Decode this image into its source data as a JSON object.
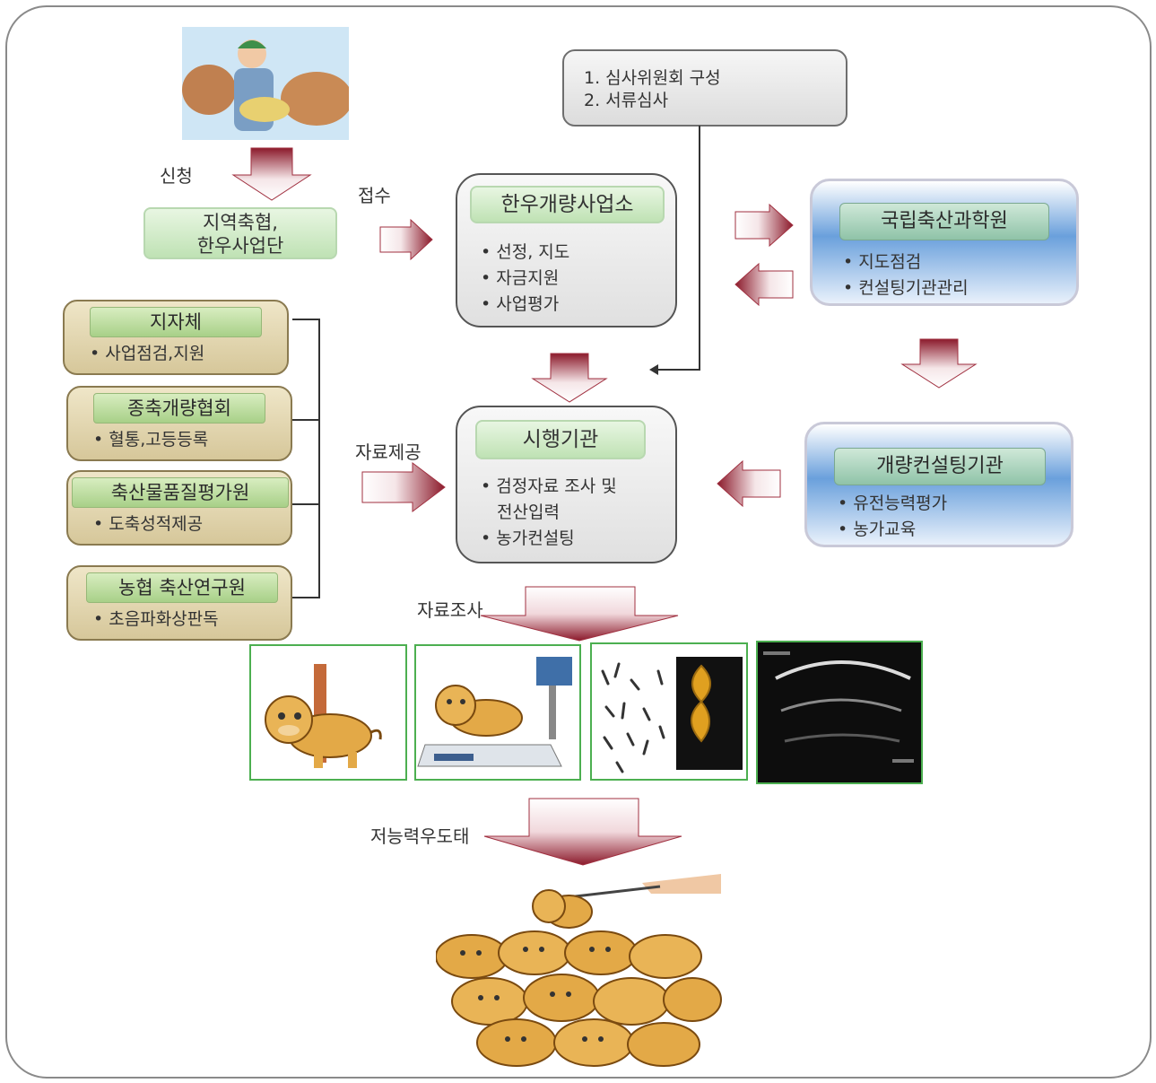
{
  "labels": {
    "apply": "신청",
    "receive": "접수",
    "provide_data": "자료제공",
    "survey": "자료조사",
    "cull": "저능력우도태"
  },
  "review": {
    "line1": "1. 심사위원회 구성",
    "line2": "2. 서류심사"
  },
  "local_coop": {
    "line1": "지역축협,",
    "line2": "한우사업단"
  },
  "improvement_office": {
    "title": "한우개량사업소",
    "items": [
      "선정, 지도",
      "자금지원",
      "사업평가"
    ]
  },
  "national_institute": {
    "title": "국립축산과학원",
    "items": [
      "지도점검",
      "컨설팅기관관리"
    ]
  },
  "implementing_agency": {
    "title": "시행기관",
    "items": [
      "검정자료 조사 및",
      "전산입력",
      "농가컨설팅"
    ]
  },
  "consulting_agency": {
    "title": "개량컨설팅기관",
    "items": [
      "유전능력평가",
      "농가교육"
    ]
  },
  "supporters": [
    {
      "title": "지자체",
      "item": "사업점검,지원"
    },
    {
      "title": "종축개량협회",
      "item": "혈통,고등등록"
    },
    {
      "title": "축산물품질평가원",
      "item": "도축성적제공"
    },
    {
      "title": "농협 축산연구원",
      "item": "초음파화상판독"
    }
  ],
  "colors": {
    "arrow_dark": "#8b1a2b",
    "arrow_light": "#ffffff",
    "frame_border": "#8a8a8a",
    "green_border": "#4caf50",
    "blue_mid": "#6aa0dc"
  },
  "icons": [
    "farmer-with-cattle-illustration",
    "cow-measuring-illustration",
    "cow-on-scale-illustration",
    "chromosome-image",
    "ultrasound-image",
    "cow-herd-illustration"
  ]
}
